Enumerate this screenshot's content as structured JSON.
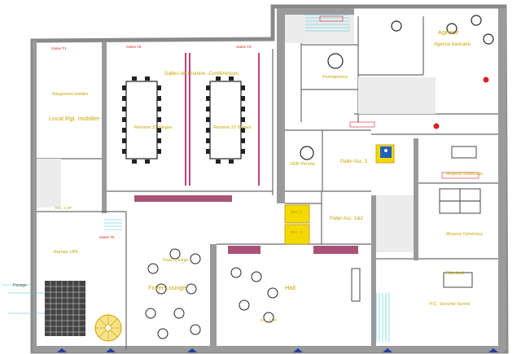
{
  "plan": {
    "rooms": {
      "agence": "Agence",
      "agence_bancaire": "Agence bancaire",
      "rangement": "Rangement mobilier",
      "local_rgt": "Local Rgt. mobilier",
      "salles_reunion": "Salles de réunion -Conférences",
      "reunion_a": "Réunion 22 Sièges",
      "reunion_b": "Réunion 22 Sièges",
      "foyer_lounge_top": "Foyer-Lounge",
      "foyer_lounge": "Foyer-Lounge",
      "hall": "Hall",
      "palier_asc3": "Palier Asc. 3",
      "palier_asc12": "Palier Asc. 1&2",
      "sdr_perche": "SDR Perché",
      "permanence": "Permanence",
      "moyens_generaux_top": "Moyens Généraux",
      "moyens_generaux": "Moyens Généraux",
      "standard": "Standard",
      "pc_securite": "P.C. Sécurité-Sureté",
      "rampe": "Rampe 18%",
      "pavage": "Pavage",
      "asc1": "Asc. 1",
      "asc2": "Asc. 2",
      "esc1": "Esc. 1 UP",
      "esc2": "Esc. 2 UP",
      "gaine_t1": "Gaine T1",
      "gaine_t6": "Gaine T6",
      "gaine_t5": "Gaine T5",
      "gaine_t3": "Gaine T3"
    }
  }
}
